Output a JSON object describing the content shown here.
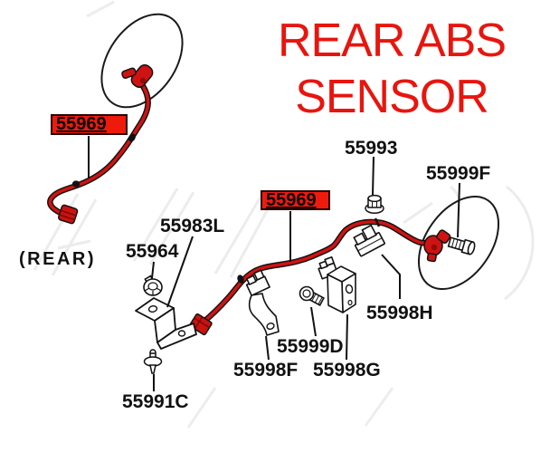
{
  "title": {
    "line1": "REAR ABS",
    "line2": "SENSOR"
  },
  "view_label": "(REAR)",
  "colors": {
    "title_red": "#e8150e",
    "highlight_box_fill": "#ee1b0d",
    "cable_red": "#cf1312",
    "line_black": "#111111"
  },
  "parts": {
    "harness_left": {
      "label": "55969",
      "highlighted": true
    },
    "harness_main": {
      "label": "55969",
      "highlighted": true
    },
    "nut_sensor": {
      "label": "55993"
    },
    "bolt_right": {
      "label": "55999F"
    },
    "bracket_z": {
      "label": "55983L"
    },
    "nut_small": {
      "label": "55964"
    },
    "pin_clip": {
      "label": "55991C"
    },
    "bracket_strap": {
      "label": "55998F"
    },
    "bolt_small": {
      "label": "55999D"
    },
    "bracket_box": {
      "label": "55998G"
    },
    "clip_harness": {
      "label": "55998H"
    }
  }
}
